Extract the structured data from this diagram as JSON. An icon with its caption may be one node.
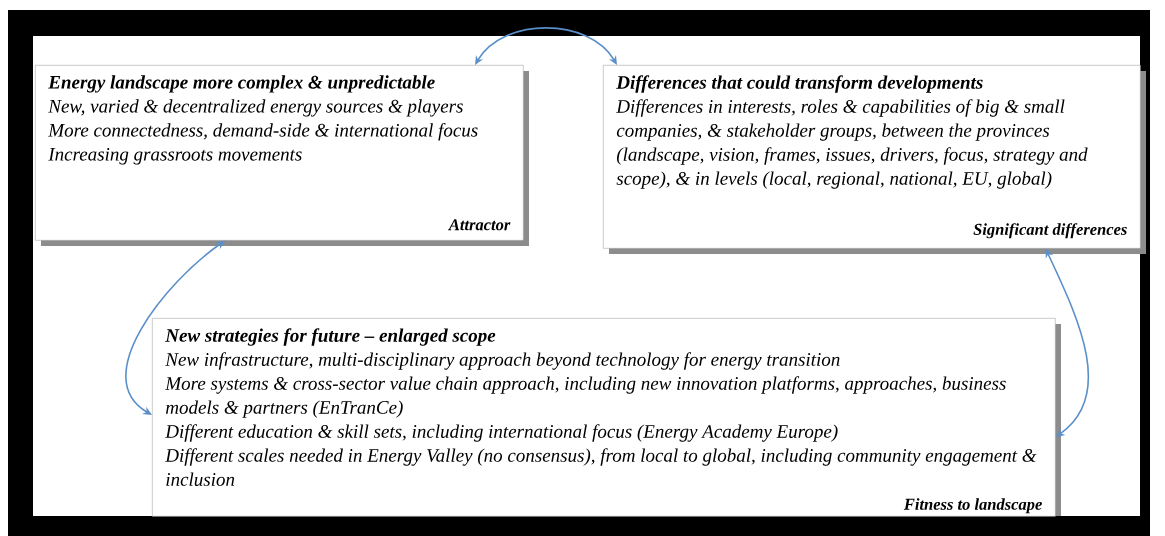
{
  "diagram": {
    "nodes": [
      {
        "text": [
          "Energy landscape more complex & unpredictable",
          "New, varied & decentralized energy sources & players",
          "More connectedness, demand-side & international focus",
          "Increasing grassroots movements",
          "Attractor"
        ]
      },
      {
        "text": [
          "Differences that could transform developments",
          "Differences in interests, roles & capabilities of big & small companies, & stakeholder groups, between the provinces (landscape, vision, frames, issues, drivers, focus, strategy and scope), & in levels (local, regional, national, EU, global)",
          "Significant differences"
        ]
      },
      {
        "text": [
          "New strategies for future – enlarged scope",
          "New infrastructure, multi-disciplinary approach beyond technology for energy transition",
          "More systems & cross-sector value chain approach, including new innovation platforms, approaches, business models & partners (EnTranCe)",
          "Different education & skill sets, including international focus (Energy Academy Europe)",
          "Different scales needed in Energy Valley (no consensus), from local to global, including community engagement & inclusion",
          "Fitness to landscape"
        ]
      }
    ],
    "edges": [
      {
        "from": 0,
        "to": 1,
        "arrow": "both"
      },
      {
        "from": 0,
        "to": 2,
        "arrow": "both"
      },
      {
        "from": 1,
        "to": 2,
        "arrow": "both"
      }
    ]
  }
}
